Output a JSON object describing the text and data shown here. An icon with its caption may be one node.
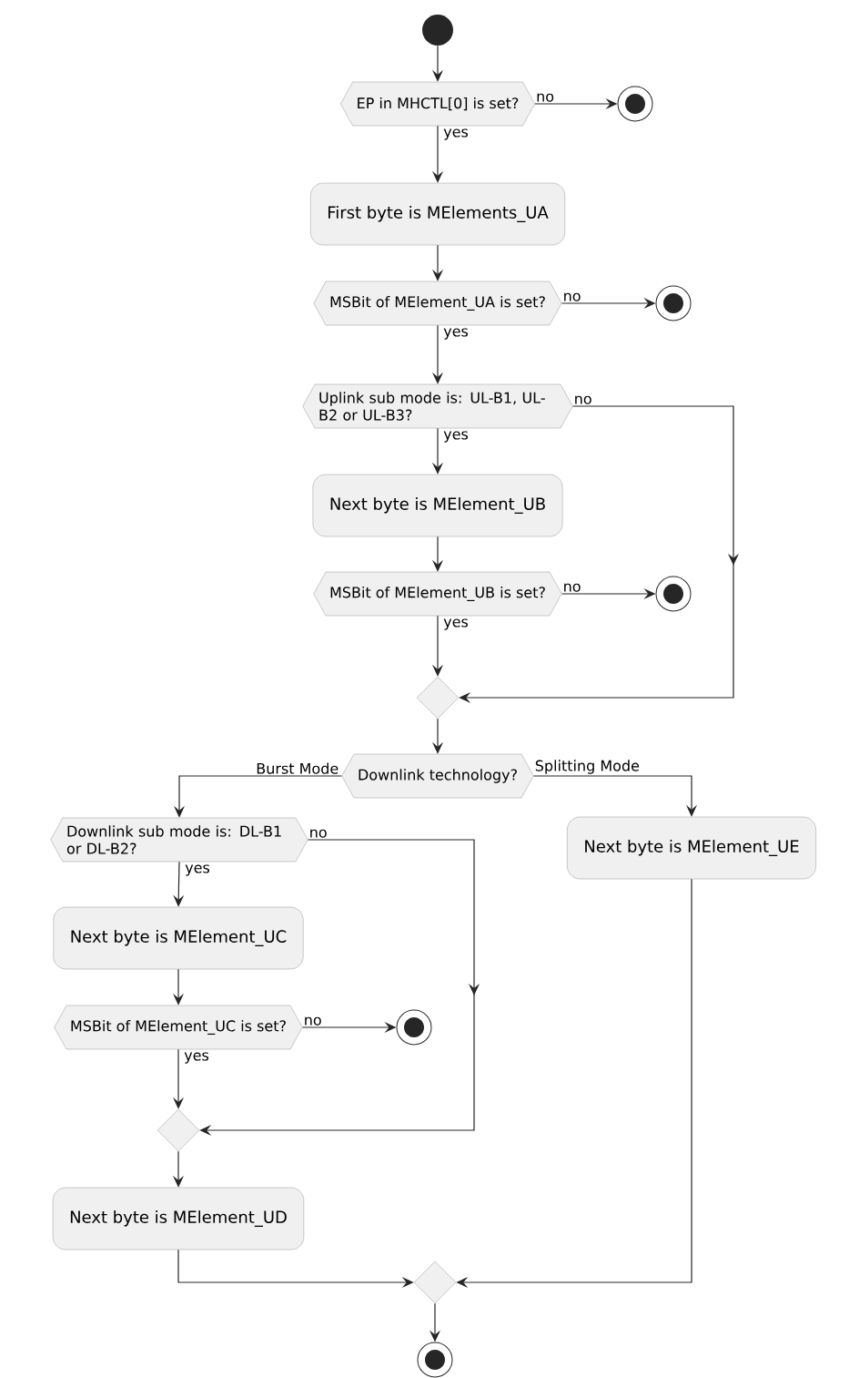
{
  "diagram": {
    "nodes": [
      {
        "text": [],
        "shape": "dot"
      },
      {
        "text": [
          "EP in MHCTL[0] is set?"
        ]
      },
      {
        "text": [],
        "shape": "circle"
      },
      {
        "text": [
          "First byte is MElements_UA"
        ]
      },
      {
        "text": [
          "MSBit of MElement_UA is set?"
        ]
      },
      {
        "text": [],
        "shape": "circle"
      },
      {
        "text": [
          "Uplink sub mode is: UL-B1, UL-B2 or UL-B3?"
        ]
      },
      {
        "text": [
          "Next byte is MElement_UB"
        ]
      },
      {
        "text": [
          "MSBit of MElement_UB is set?"
        ]
      },
      {
        "text": [],
        "shape": "circle"
      },
      {
        "text": [],
        "shape": "diamond"
      },
      {
        "text": [
          "Downlink technology?"
        ]
      },
      {
        "text": [
          "Downlink sub mode is: DL-B1 or DL-B2?"
        ]
      },
      {
        "text": [
          "Next byte is MElement_UE"
        ]
      },
      {
        "text": [
          "Next byte is MElement_UC"
        ]
      },
      {
        "text": [
          "MSBit of MElement_UC is set?"
        ]
      },
      {
        "text": [],
        "shape": "circle"
      },
      {
        "text": [],
        "shape": "diamond"
      },
      {
        "text": [
          "Next byte is MElement_UD"
        ]
      },
      {
        "text": [],
        "shape": "diamond"
      },
      {
        "text": [],
        "shape": "circle"
      }
    ],
    "edges": [
      {
        "from": 0,
        "to": 1,
        "arrow": "to"
      },
      {
        "from": 1,
        "to": 2,
        "arrow": "to",
        "label": "no"
      },
      {
        "from": 1,
        "to": 3,
        "arrow": "to",
        "label": "yes"
      },
      {
        "from": 3,
        "to": 4,
        "arrow": "to"
      },
      {
        "from": 4,
        "to": 5,
        "arrow": "to",
        "label": "no"
      },
      {
        "from": 4,
        "to": 6,
        "arrow": "to",
        "label": "yes"
      },
      {
        "from": 6,
        "to": 7,
        "arrow": "to",
        "label": "yes"
      },
      {
        "from": 6,
        "to": 10,
        "arrow": "to",
        "label": "no"
      },
      {
        "from": 7,
        "to": 8,
        "arrow": "to"
      },
      {
        "from": 8,
        "to": 9,
        "arrow": "to",
        "label": "no"
      },
      {
        "from": 8,
        "to": 10,
        "arrow": "to",
        "label": "yes"
      },
      {
        "from": 10,
        "to": 11,
        "arrow": "to"
      },
      {
        "from": 11,
        "to": 12,
        "arrow": "to",
        "label": "Burst Mode"
      },
      {
        "from": 11,
        "to": 13,
        "arrow": "to",
        "label": "Splitting Mode"
      },
      {
        "from": 12,
        "to": 14,
        "arrow": "to",
        "label": "yes"
      },
      {
        "from": 12,
        "to": 17,
        "arrow": "to",
        "label": "no"
      },
      {
        "from": 14,
        "to": 15,
        "arrow": "to"
      },
      {
        "from": 15,
        "to": 16,
        "arrow": "to",
        "label": "no"
      },
      {
        "from": 15,
        "to": 17,
        "arrow": "to",
        "label": "yes"
      },
      {
        "from": 17,
        "to": 18,
        "arrow": "to"
      },
      {
        "from": 18,
        "to": 19,
        "arrow": "to"
      },
      {
        "from": 13,
        "to": 19,
        "arrow": "to"
      },
      {
        "from": 19,
        "to": 20,
        "arrow": "to"
      }
    ]
  }
}
